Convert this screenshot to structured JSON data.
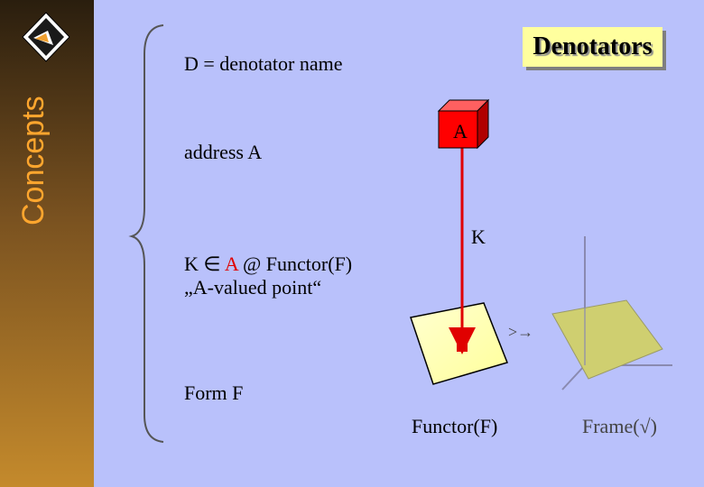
{
  "sidebar": {
    "title": "Concepts"
  },
  "slide": {
    "title": "Denotators",
    "lines": {
      "d_name": "D = denotator name",
      "address": "address A",
      "k_prefix": "K ",
      "element_of": "∈",
      "k_a": "A",
      "k_suffix": " @ Functor(F)",
      "a_valued": "„A-valued point“",
      "form": "Form F"
    },
    "diagram": {
      "cube_label": "A",
      "arrow_label": "K",
      "map_symbol": "→",
      "functor_label": "Functor(F)",
      "frame_label": "Frame(√)"
    }
  },
  "colors": {
    "background": "#b9c1fb",
    "cube_red": "#ff0000",
    "arrow_red": "#e00000",
    "title_box": "#ffff9e",
    "sidebar_accent": "#ffa62e"
  }
}
